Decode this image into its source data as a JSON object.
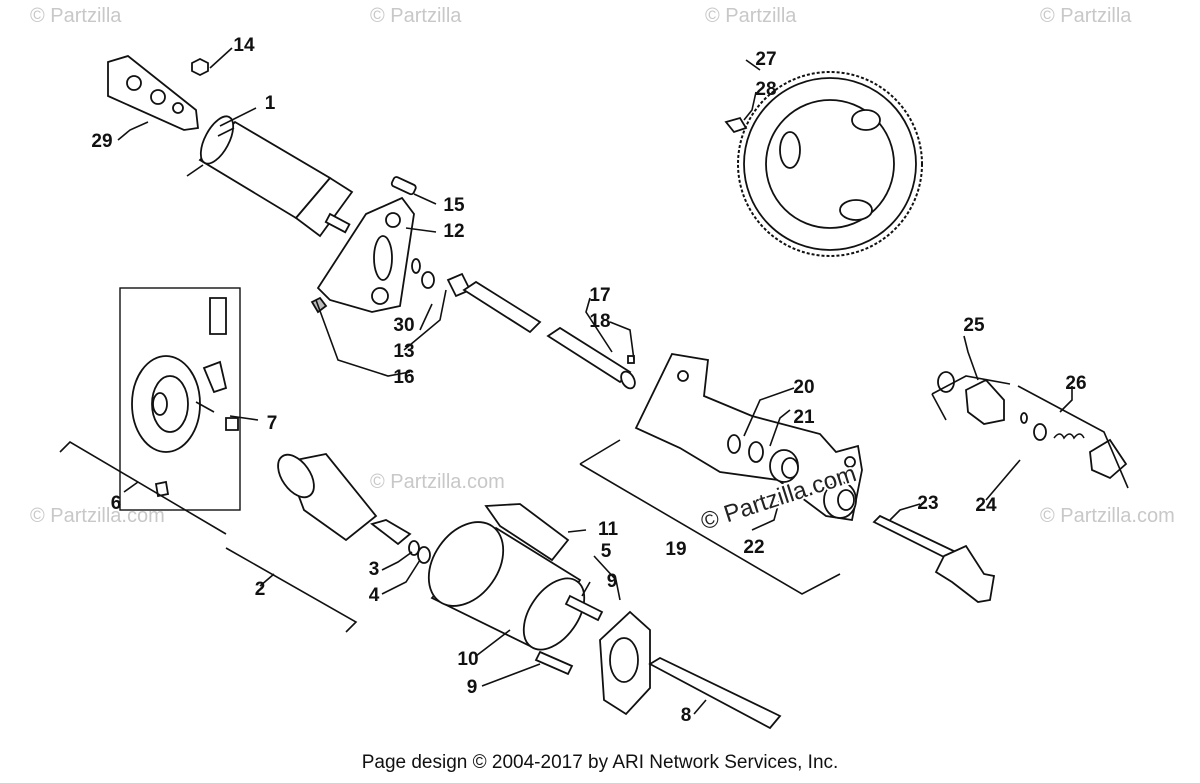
{
  "watermarks": {
    "brand": "© Partzilla.com",
    "brand_short": "© Partzilla"
  },
  "footer": {
    "text": "Page design © 2004-2017 by ARI Network Services, Inc."
  },
  "callouts": [
    "1",
    "2",
    "3",
    "4",
    "5",
    "6",
    "7",
    "8",
    "9",
    "9",
    "10",
    "11",
    "12",
    "13",
    "14",
    "15",
    "16",
    "17",
    "18",
    "19",
    "20",
    "21",
    "22",
    "23",
    "24",
    "25",
    "26",
    "27",
    "28",
    "29",
    "30"
  ]
}
